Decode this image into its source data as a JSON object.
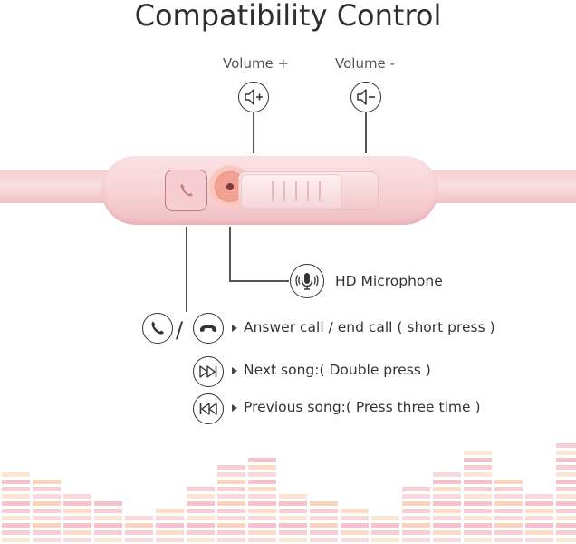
{
  "title": "Compatibility Control",
  "volume_plus": {
    "label": "Volume +",
    "icon": "speaker-plus-icon"
  },
  "volume_minus": {
    "label": "Volume -",
    "icon": "speaker-minus-icon"
  },
  "microphone": {
    "label": "HD Microphone",
    "icon": "microphone-icon"
  },
  "functions": [
    {
      "icons": [
        "phone-answer-icon",
        "phone-end-icon"
      ],
      "separator": "/",
      "text": "Answer call / end call ( short press  )"
    },
    {
      "icons": [
        "next-track-icon"
      ],
      "text": "Next song:( Double press )"
    },
    {
      "icons": [
        "previous-track-icon"
      ],
      "text": "Previous song:( Press three time )"
    }
  ],
  "colors": {
    "cable": "#f4cdd0",
    "mic": "#f3a193",
    "eq_pink": "#f2b9c3",
    "eq_peach": "#f7cfae",
    "text": "#333333"
  }
}
